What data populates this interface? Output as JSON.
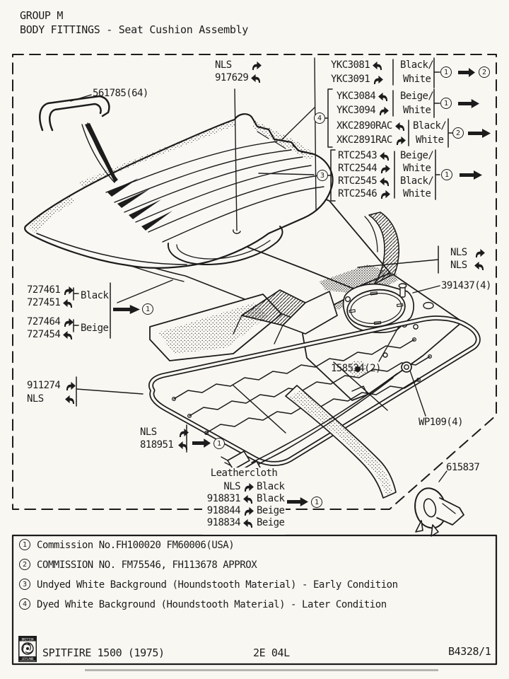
{
  "header": {
    "group": "GROUP M",
    "title": "BODY FITTINGS - Seat Cushion Assembly"
  },
  "callouts": {
    "clip_top": "561785(64)",
    "cover_top": {
      "row1": "NLS",
      "row2": "917629"
    },
    "trim_sets": {
      "set1": {
        "part1": "YKC3081",
        "part2": "YKC3091",
        "color1": "Black/",
        "color2": "White",
        "ref_from": "1",
        "ref_to": "2"
      },
      "set2": {
        "part1": "YKC3084",
        "part2": "YKC3094",
        "color1": "Beige/",
        "color2": "White",
        "ref": "1"
      },
      "set3": {
        "part1": "XKC2890RAC",
        "part2": "XKC2891RAC",
        "color1": "Black/",
        "color2": "White",
        "ref": "2"
      },
      "bracket_late": "4",
      "set4": {
        "part1": "RTC2543",
        "part2": "RTC2544",
        "part3": "RTC2545",
        "part4": "RTC2546",
        "color1": "Beige/",
        "color2": "White",
        "color3": "Black/",
        "color4": "White",
        "ref": "1"
      },
      "bracket_early": "3"
    },
    "flap_right": {
      "row1": "NLS",
      "row2": "NLS"
    },
    "plate_screws": "391437(4)",
    "squab": {
      "part1": "727461",
      "part2": "727451",
      "part3": "727464",
      "part4": "727454",
      "color1": "Black",
      "color2": "Beige",
      "ref": "1"
    },
    "pan_screws": "158534(2)",
    "frame": {
      "row1": "911274",
      "row2": "NLS"
    },
    "washer": "WP109(4)",
    "harness": {
      "row1": "NLS",
      "row2": "818951",
      "ref": "1"
    },
    "leathercloth": {
      "title": "Leathercloth",
      "part1": "NLS",
      "color1": "Black",
      "part2": "918831",
      "color2": "Black",
      "part3": "918844",
      "color3": "Beige",
      "part4": "918834",
      "color4": "Beige",
      "ref": "1"
    },
    "clip_bottom": "615837"
  },
  "legend": {
    "items": [
      {
        "num": "1",
        "text": "Commission No.FH100020 FM60006(USA)"
      },
      {
        "num": "2",
        "text": "COMMISSION NO. FM75546, FH113678 APPROX"
      },
      {
        "num": "3",
        "text": "Undyed White Background (Houndstooth Material) - Early Condition"
      },
      {
        "num": "4",
        "text": "Dyed White Background (Houndstooth Material) - Later Condition"
      }
    ]
  },
  "footer": {
    "logo_top": "BRITISH",
    "logo_bottom": "LEYLAND",
    "model": "SPITFIRE 1500 (1975)",
    "plate_code": "2E 04L",
    "page_ref": "B4328/1"
  },
  "colors": {
    "paper": "#f8f7f2",
    "ink": "#1c1c1c"
  }
}
